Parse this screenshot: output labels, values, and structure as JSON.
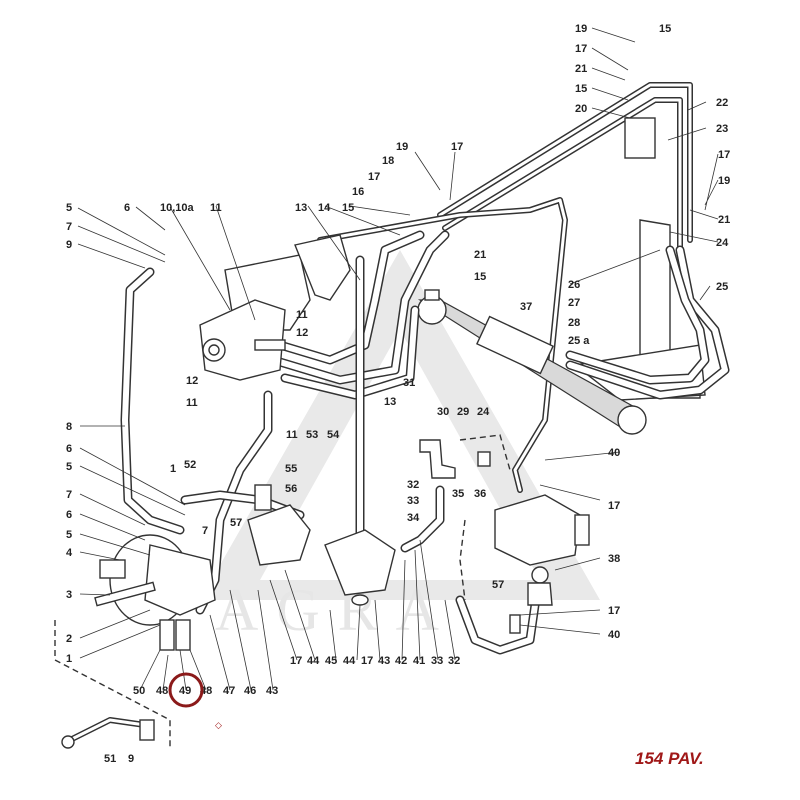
{
  "caption": "154 PAV.",
  "watermark": "AGRA",
  "highlighted_callout": "49",
  "callouts": {
    "c19a": "19",
    "c15a": "15",
    "c17a": "17",
    "c21a": "21",
    "c15b": "15",
    "c20": "20",
    "c22": "22",
    "c23": "23",
    "c19b": "19",
    "c17b": "17",
    "c18": "18",
    "c17c": "17",
    "c16": "16",
    "c15c": "15",
    "c6a": "6",
    "c10": "10,10a",
    "c11a": "11",
    "c13a": "13",
    "c14": "14",
    "c21b": "21",
    "c15d": "15",
    "c17d": "17",
    "c19c": "19",
    "c21c": "21",
    "c24a": "24",
    "c5a": "5",
    "c7a": "7",
    "c9a": "9",
    "c26": "26",
    "c25": "25",
    "c37": "37",
    "c27": "27",
    "c28": "28",
    "c25a": "25 a",
    "c11b": "11",
    "c12a": "12",
    "c12b": "12",
    "c11c": "11",
    "c31": "31",
    "c13b": "13",
    "c11d": "11",
    "c53": "53",
    "c54": "54",
    "c8": "8",
    "c30": "30",
    "c29": "29",
    "c24b": "24",
    "c6b": "6",
    "c5b": "5",
    "c1a": "1",
    "c52": "52",
    "c55": "55",
    "c56": "56",
    "c40a": "40",
    "c32a": "32",
    "c35": "35",
    "c36": "36",
    "c17e": "17",
    "c33a": "33",
    "c7b": "7",
    "c6c": "6",
    "c5c": "5",
    "c4": "4",
    "c57a": "57",
    "c7c": "7",
    "c34": "34",
    "c38": "38",
    "c3": "3",
    "c57b": "57",
    "c17f": "17",
    "c2": "2",
    "c1b": "1",
    "c40b": "40",
    "c50": "50",
    "c48a": "48",
    "c49": "49",
    "c48b": "48",
    "c47": "47",
    "c46": "46",
    "c43a": "43",
    "c17g": "17",
    "c44a": "44",
    "c45": "45",
    "c44b": "44",
    "c17h": "17",
    "c43b": "43",
    "c42": "42",
    "c41": "41",
    "c33b": "33",
    "c32b": "32",
    "c51": "51",
    "c9b": "9"
  },
  "colors": {
    "ink": "#222222",
    "caption": "#a01818",
    "highlight": "#8b1a1a"
  }
}
